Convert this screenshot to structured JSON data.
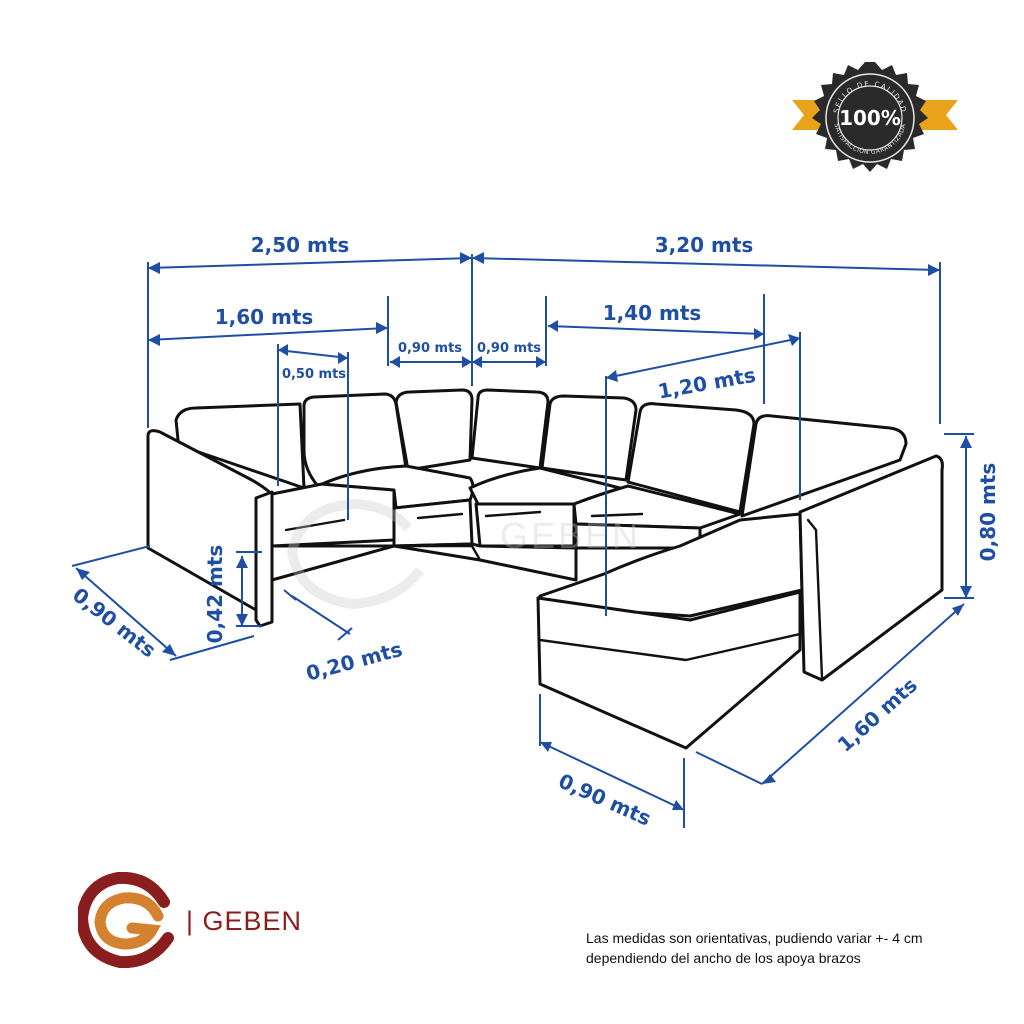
{
  "brand": {
    "name": "| GEBEN",
    "watermark": "GEBEN",
    "colors": {
      "red": "#8a1d1d",
      "orange": "#d4822f"
    }
  },
  "seal": {
    "center_text": "100%",
    "arc_top": "SELLO DE CALIDAD",
    "arc_bottom": "SATISFACCIÓN GARANTIZADA",
    "colors": {
      "ribbon": "#e9a21a",
      "badge": "#2a2a2a"
    }
  },
  "dimensions": {
    "top_left_total": "2,50 mts",
    "top_right_total": "3,20 mts",
    "left_seat_width": "1,60 mts",
    "corner_left": "0,90 mts",
    "corner_right": "0,90 mts",
    "right_seat_width": "1,40 mts",
    "chaise_seat_width": "1,20 mts",
    "cushion_gap": "0,50 mts",
    "height_total": "0,80 mts",
    "seat_height": "0,42 mts",
    "arm_width": "0,20 mts",
    "left_depth": "0,90 mts",
    "chaise_length": "1,60 mts",
    "chaise_width": "0,90 mts"
  },
  "note": {
    "line1": "Las medidas son orientativas, pudiendo variar +- 4 cm",
    "line2": "dependiendo del ancho de los apoya brazos"
  },
  "colors": {
    "dimension": "#1f4fa3",
    "outline": "#111111"
  }
}
